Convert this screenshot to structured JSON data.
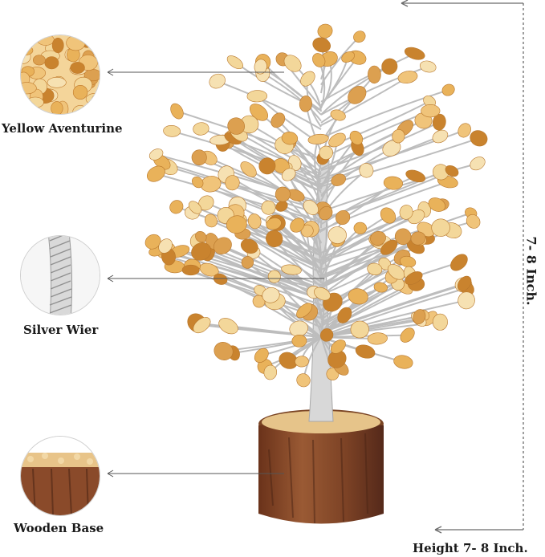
{
  "callouts": {
    "stone_label": "Yellow Aventurine",
    "wire_label": "Silver Wier",
    "base_label": "Wooden Base"
  },
  "dimensions": {
    "side_height": "7- 8 Inch.",
    "bottom_height": "Height 7- 8 Inch."
  },
  "colors": {
    "stone_light": "#f3d79a",
    "stone_mid": "#e9b25a",
    "stone_dark": "#c9832e",
    "wire": "#c8c8c8",
    "wood": "#8a4a2a",
    "wood_dark": "#5e2f18",
    "line": "#555555"
  }
}
